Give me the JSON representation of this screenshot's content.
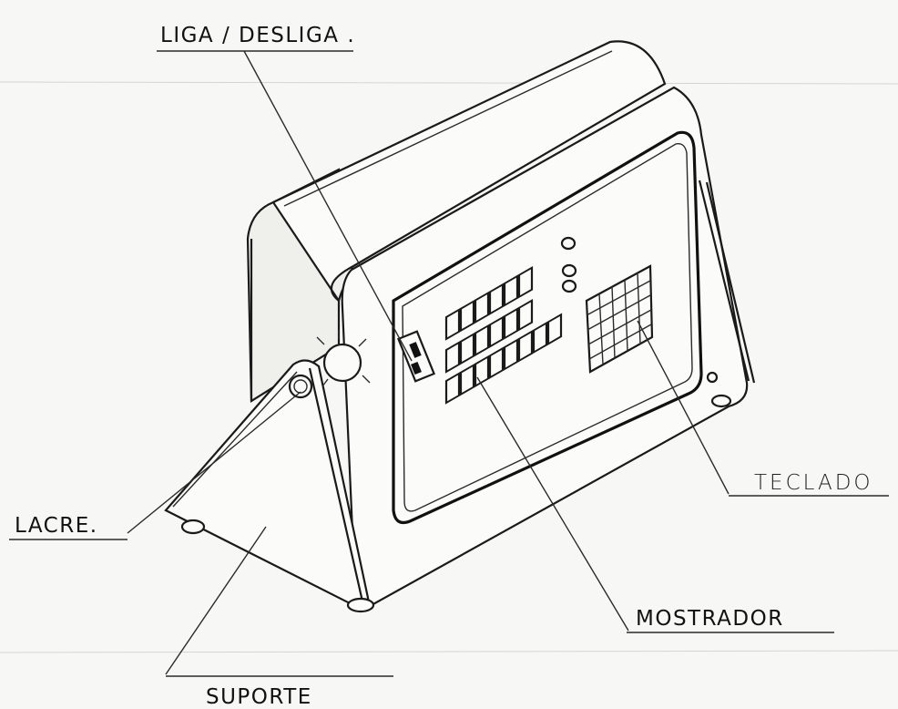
{
  "labels": {
    "power_switch": "LIGA / DESLIGA .",
    "seal": "LACRE.",
    "support": "SUPORTE",
    "display": "MOSTRADOR",
    "keypad": "TECLADO"
  },
  "colors": {
    "ink": "#1a1a1a",
    "paper": "#f7f7f5"
  },
  "icons": {
    "seal": "seal-icon",
    "power_switch": "toggle-switch-icon"
  }
}
